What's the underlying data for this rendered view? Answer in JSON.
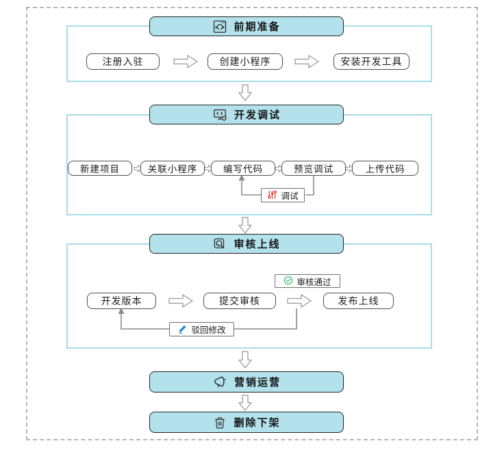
{
  "sections": {
    "preparation": {
      "title": "前期准备",
      "steps": [
        "注册入驻",
        "创建小程序",
        "安装开发工具"
      ]
    },
    "development": {
      "title": "开发调试",
      "steps": [
        "新建项目",
        "关联小程序",
        "编写代码",
        "预览调试",
        "上传代码"
      ],
      "debug_label": "调试"
    },
    "review": {
      "title": "审核上线",
      "steps": [
        "开发版本",
        "提交审核",
        "发布上线"
      ],
      "pass_label": "审核通过",
      "reject_label": "驳回修改"
    },
    "marketing": {
      "title": "营销运营"
    },
    "removal": {
      "title": "删除下架"
    }
  },
  "colors": {
    "section_border": "#a8dbe8",
    "header_fill": "#b3e1ec",
    "header_border": "#222222",
    "box_border": "#4d4d4d",
    "connector_line": "#8a8a8a",
    "debug_red": "#e1251b",
    "pencil_blue": "#1f8fd0",
    "check_green": "#3cc86e"
  }
}
